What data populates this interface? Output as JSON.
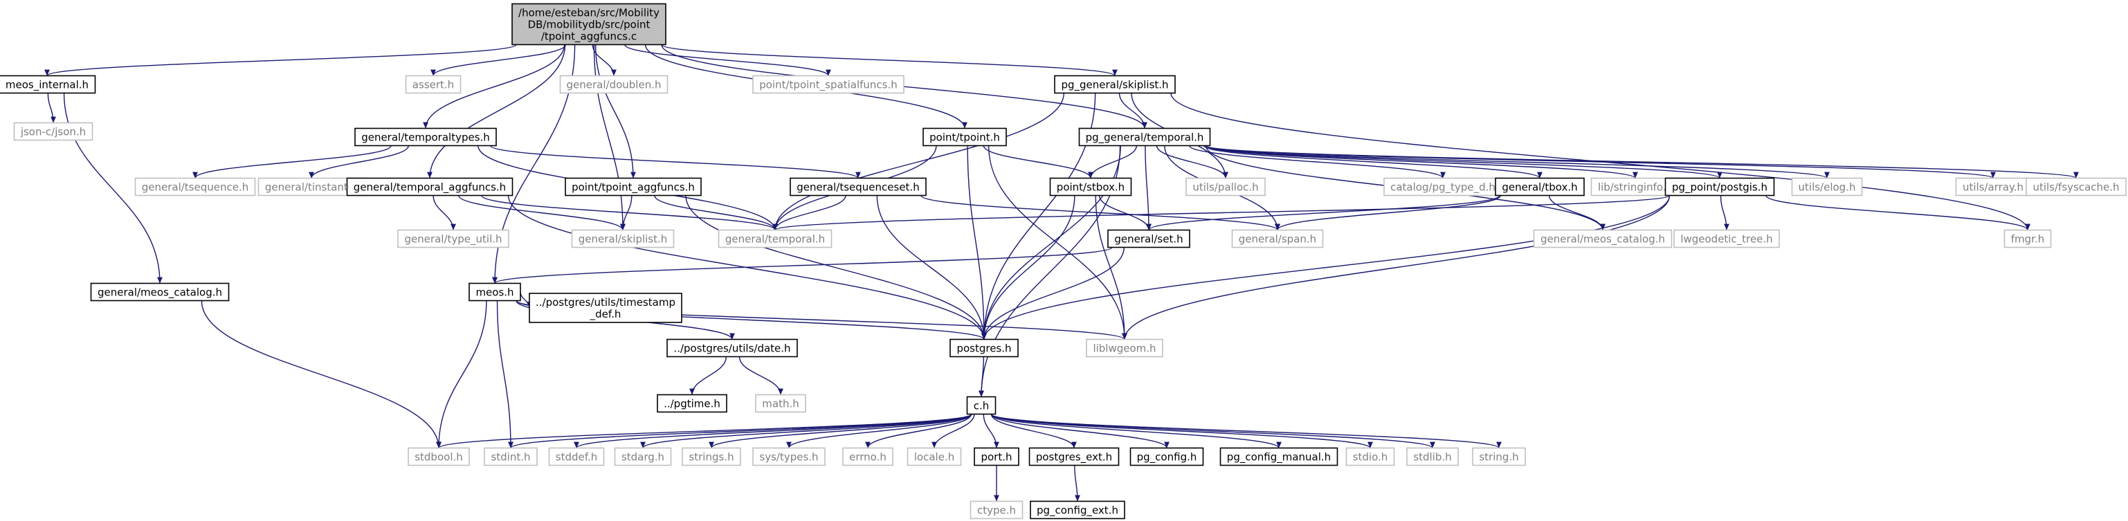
{
  "diagram": {
    "type": "include-dependency-graph",
    "colors": {
      "edge": "#191970",
      "root_fill": "#bfbfbf",
      "node_fill": "#ffffff",
      "documented_border": "#000000",
      "undocumented_border": "#bfbfbf",
      "documented_text": "#000000",
      "undocumented_text": "#7f7f7f"
    },
    "nodes": [
      {
        "id": "root",
        "lines": [
          "/home/esteban/src/Mobility",
          "DB/mobilitydb/src/point",
          "/tpoint_aggfuncs.c"
        ],
        "kind": "root"
      },
      {
        "id": "meos_internal",
        "lines": [
          "meos_internal.h"
        ],
        "kind": "documented"
      },
      {
        "id": "assert",
        "lines": [
          "assert.h"
        ],
        "kind": "undocumented"
      },
      {
        "id": "doublen",
        "lines": [
          "general/doublen.h"
        ],
        "kind": "undocumented"
      },
      {
        "id": "tpoint_spatialfuncs",
        "lines": [
          "point/tpoint_spatialfuncs.h"
        ],
        "kind": "undocumented"
      },
      {
        "id": "skiplist_pg",
        "lines": [
          "pg_general/skiplist.h"
        ],
        "kind": "documented"
      },
      {
        "id": "json",
        "lines": [
          "json-c/json.h"
        ],
        "kind": "undocumented"
      },
      {
        "id": "temporaltypes",
        "lines": [
          "general/temporaltypes.h"
        ],
        "kind": "documented"
      },
      {
        "id": "tpoint",
        "lines": [
          "point/tpoint.h"
        ],
        "kind": "documented"
      },
      {
        "id": "temporal_pg",
        "lines": [
          "pg_general/temporal.h"
        ],
        "kind": "documented"
      },
      {
        "id": "tsequence",
        "lines": [
          "general/tsequence.h"
        ],
        "kind": "undocumented"
      },
      {
        "id": "tinstant",
        "lines": [
          "general/tinstant.h"
        ],
        "kind": "undocumented"
      },
      {
        "id": "temporal_aggfuncs",
        "lines": [
          "general/temporal_aggfuncs.h"
        ],
        "kind": "documented"
      },
      {
        "id": "tpoint_aggfuncs",
        "lines": [
          "point/tpoint_aggfuncs.h"
        ],
        "kind": "documented"
      },
      {
        "id": "tsequenceset",
        "lines": [
          "general/tsequenceset.h"
        ],
        "kind": "documented"
      },
      {
        "id": "stbox",
        "lines": [
          "point/stbox.h"
        ],
        "kind": "documented"
      },
      {
        "id": "palloc",
        "lines": [
          "utils/palloc.h"
        ],
        "kind": "undocumented"
      },
      {
        "id": "pg_type_d",
        "lines": [
          "catalog/pg_type_d.h"
        ],
        "kind": "undocumented"
      },
      {
        "id": "tbox",
        "lines": [
          "general/tbox.h"
        ],
        "kind": "documented"
      },
      {
        "id": "stringinfo",
        "lines": [
          "lib/stringinfo.h"
        ],
        "kind": "undocumented"
      },
      {
        "id": "postgis",
        "lines": [
          "pg_point/postgis.h"
        ],
        "kind": "documented"
      },
      {
        "id": "elog",
        "lines": [
          "utils/elog.h"
        ],
        "kind": "undocumented"
      },
      {
        "id": "array",
        "lines": [
          "utils/array.h"
        ],
        "kind": "undocumented"
      },
      {
        "id": "fsyscache",
        "lines": [
          "utils/fsyscache.h"
        ],
        "kind": "undocumented"
      },
      {
        "id": "type_util",
        "lines": [
          "general/type_util.h"
        ],
        "kind": "undocumented"
      },
      {
        "id": "skiplist_gen",
        "lines": [
          "general/skiplist.h"
        ],
        "kind": "undocumented"
      },
      {
        "id": "temporal_gen",
        "lines": [
          "general/temporal.h"
        ],
        "kind": "undocumented"
      },
      {
        "id": "set",
        "lines": [
          "general/set.h"
        ],
        "kind": "documented"
      },
      {
        "id": "span",
        "lines": [
          "general/span.h"
        ],
        "kind": "undocumented"
      },
      {
        "id": "meos_catalog_right",
        "lines": [
          "general/meos_catalog.h"
        ],
        "kind": "undocumented"
      },
      {
        "id": "lwgeodetic",
        "lines": [
          "lwgeodetic_tree.h"
        ],
        "kind": "undocumented"
      },
      {
        "id": "fmgr",
        "lines": [
          "fmgr.h"
        ],
        "kind": "undocumented"
      },
      {
        "id": "meos_catalog_left",
        "lines": [
          "general/meos_catalog.h"
        ],
        "kind": "documented"
      },
      {
        "id": "meos",
        "lines": [
          "meos.h"
        ],
        "kind": "documented"
      },
      {
        "id": "timestamp_def",
        "lines": [
          "../postgres/utils/timestamp",
          "_def.h"
        ],
        "kind": "documented"
      },
      {
        "id": "date",
        "lines": [
          "../postgres/utils/date.h"
        ],
        "kind": "documented"
      },
      {
        "id": "postgres",
        "lines": [
          "postgres.h"
        ],
        "kind": "documented"
      },
      {
        "id": "liblwgeom",
        "lines": [
          "liblwgeom.h"
        ],
        "kind": "undocumented"
      },
      {
        "id": "pgtime",
        "lines": [
          "../pgtime.h"
        ],
        "kind": "documented"
      },
      {
        "id": "math",
        "lines": [
          "math.h"
        ],
        "kind": "undocumented"
      },
      {
        "id": "c",
        "lines": [
          "c.h"
        ],
        "kind": "documented"
      },
      {
        "id": "stdbool",
        "lines": [
          "stdbool.h"
        ],
        "kind": "undocumented"
      },
      {
        "id": "stdint",
        "lines": [
          "stdint.h"
        ],
        "kind": "undocumented"
      },
      {
        "id": "stddef",
        "lines": [
          "stddef.h"
        ],
        "kind": "undocumented"
      },
      {
        "id": "stdarg",
        "lines": [
          "stdarg.h"
        ],
        "kind": "undocumented"
      },
      {
        "id": "strings",
        "lines": [
          "strings.h"
        ],
        "kind": "undocumented"
      },
      {
        "id": "systypes",
        "lines": [
          "sys/types.h"
        ],
        "kind": "undocumented"
      },
      {
        "id": "errno",
        "lines": [
          "errno.h"
        ],
        "kind": "undocumented"
      },
      {
        "id": "locale",
        "lines": [
          "locale.h"
        ],
        "kind": "undocumented"
      },
      {
        "id": "port",
        "lines": [
          "port.h"
        ],
        "kind": "documented"
      },
      {
        "id": "postgres_ext",
        "lines": [
          "postgres_ext.h"
        ],
        "kind": "documented"
      },
      {
        "id": "pg_config",
        "lines": [
          "pg_config.h"
        ],
        "kind": "documented"
      },
      {
        "id": "pg_config_manual",
        "lines": [
          "pg_config_manual.h"
        ],
        "kind": "documented"
      },
      {
        "id": "stdio",
        "lines": [
          "stdio.h"
        ],
        "kind": "undocumented"
      },
      {
        "id": "stdlib",
        "lines": [
          "stdlib.h"
        ],
        "kind": "undocumented"
      },
      {
        "id": "string",
        "lines": [
          "string.h"
        ],
        "kind": "undocumented"
      },
      {
        "id": "ctype",
        "lines": [
          "ctype.h"
        ],
        "kind": "undocumented"
      },
      {
        "id": "pg_config_ext",
        "lines": [
          "pg_config_ext.h"
        ],
        "kind": "documented"
      }
    ],
    "edges": [
      [
        "root",
        "meos_internal"
      ],
      [
        "root",
        "assert"
      ],
      [
        "root",
        "doublen"
      ],
      [
        "root",
        "tpoint_spatialfuncs"
      ],
      [
        "root",
        "skiplist_pg"
      ],
      [
        "root",
        "temporaltypes"
      ],
      [
        "root",
        "tpoint"
      ],
      [
        "root",
        "temporal_pg"
      ],
      [
        "root",
        "temporal_aggfuncs"
      ],
      [
        "root",
        "tpoint_aggfuncs"
      ],
      [
        "root",
        "skiplist_gen"
      ],
      [
        "root",
        "meos"
      ],
      [
        "meos_internal",
        "json"
      ],
      [
        "meos_internal",
        "meos_catalog_left"
      ],
      [
        "temporaltypes",
        "tsequence"
      ],
      [
        "temporaltypes",
        "tinstant"
      ],
      [
        "temporaltypes",
        "tsequenceset"
      ],
      [
        "temporaltypes",
        "temporal_gen"
      ],
      [
        "skiplist_pg",
        "temporal_pg"
      ],
      [
        "skiplist_pg",
        "palloc"
      ],
      [
        "skiplist_pg",
        "fmgr"
      ],
      [
        "skiplist_pg",
        "temporal_gen"
      ],
      [
        "skiplist_pg",
        "postgres"
      ],
      [
        "tpoint",
        "stbox"
      ],
      [
        "tpoint",
        "temporal_gen"
      ],
      [
        "tpoint",
        "postgres"
      ],
      [
        "tpoint",
        "liblwgeom"
      ],
      [
        "temporal_pg",
        "stbox"
      ],
      [
        "temporal_pg",
        "palloc"
      ],
      [
        "temporal_pg",
        "pg_type_d"
      ],
      [
        "temporal_pg",
        "tbox"
      ],
      [
        "temporal_pg",
        "stringinfo"
      ],
      [
        "temporal_pg",
        "postgis"
      ],
      [
        "temporal_pg",
        "elog"
      ],
      [
        "temporal_pg",
        "array"
      ],
      [
        "temporal_pg",
        "fsyscache"
      ],
      [
        "temporal_pg",
        "set"
      ],
      [
        "temporal_pg",
        "span"
      ],
      [
        "temporal_pg",
        "meos_catalog_right"
      ],
      [
        "temporal_pg",
        "postgres"
      ],
      [
        "temporal_pg",
        "c"
      ],
      [
        "temporal_aggfuncs",
        "type_util"
      ],
      [
        "temporal_aggfuncs",
        "skiplist_gen"
      ],
      [
        "temporal_aggfuncs",
        "temporal_gen"
      ],
      [
        "temporal_aggfuncs",
        "postgres"
      ],
      [
        "tpoint_aggfuncs",
        "skiplist_gen"
      ],
      [
        "tpoint_aggfuncs",
        "temporal_gen"
      ],
      [
        "tpoint_aggfuncs",
        "postgres"
      ],
      [
        "tsequenceset",
        "temporal_gen"
      ],
      [
        "tsequenceset",
        "span"
      ],
      [
        "tsequenceset",
        "postgres"
      ],
      [
        "stbox",
        "set"
      ],
      [
        "stbox",
        "postgres"
      ],
      [
        "stbox",
        "liblwgeom"
      ],
      [
        "tbox",
        "set"
      ],
      [
        "tbox",
        "span"
      ],
      [
        "tbox",
        "meos_catalog_right"
      ],
      [
        "postgis",
        "temporal_gen"
      ],
      [
        "postgis",
        "lwgeodetic"
      ],
      [
        "postgis",
        "fmgr"
      ],
      [
        "postgis",
        "liblwgeom"
      ],
      [
        "postgis",
        "postgres"
      ],
      [
        "set",
        "meos"
      ],
      [
        "set",
        "postgres"
      ],
      [
        "meos_catalog_left",
        "stdbool"
      ],
      [
        "meos",
        "timestamp_def"
      ],
      [
        "meos",
        "date"
      ],
      [
        "meos",
        "postgres"
      ],
      [
        "meos",
        "liblwgeom"
      ],
      [
        "meos",
        "stdbool"
      ],
      [
        "meos",
        "stdint"
      ],
      [
        "date",
        "pgtime"
      ],
      [
        "date",
        "math"
      ],
      [
        "postgres",
        "c"
      ],
      [
        "c",
        "stdbool"
      ],
      [
        "c",
        "stdint"
      ],
      [
        "c",
        "stddef"
      ],
      [
        "c",
        "stdarg"
      ],
      [
        "c",
        "strings"
      ],
      [
        "c",
        "systypes"
      ],
      [
        "c",
        "errno"
      ],
      [
        "c",
        "locale"
      ],
      [
        "c",
        "port"
      ],
      [
        "c",
        "postgres_ext"
      ],
      [
        "c",
        "pg_config"
      ],
      [
        "c",
        "pg_config_manual"
      ],
      [
        "c",
        "stdio"
      ],
      [
        "c",
        "stdlib"
      ],
      [
        "c",
        "string"
      ],
      [
        "port",
        "ctype"
      ],
      [
        "postgres_ext",
        "pg_config_ext"
      ]
    ]
  }
}
